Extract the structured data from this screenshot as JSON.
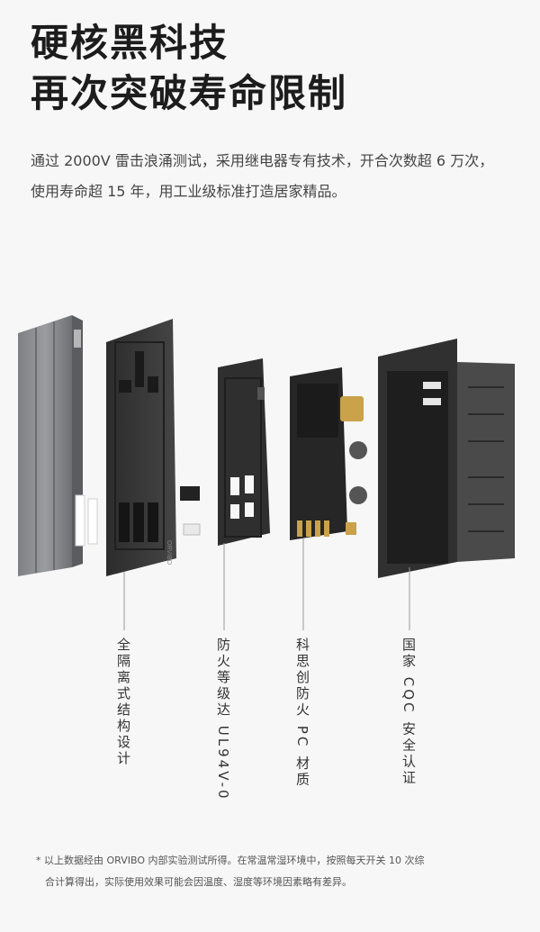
{
  "title": {
    "line1": "硬核黑科技",
    "line2": "再次突破寿命限制"
  },
  "description": "通过 2000V 雷击浪涌测试，采用继电器专有技术，开合次数超 6 万次，使用寿命超 15 年，用工业级标准打造居家精品。",
  "components": [
    {
      "label": "全隔离式结构设计"
    },
    {
      "label": "防火等级达 UL94V-0"
    },
    {
      "label": "科思创防火 PC 材质"
    },
    {
      "label": "国家 CQC 安全认证"
    }
  ],
  "brand_mark": "ORVIBO",
  "footnote": {
    "line1": "* 以上数据经由 ORVIBO 内部实验测试所得。在常温常湿环境中，按照每天开关 10 次综",
    "line2": "合计算得出，实际使用效果可能会因温度、湿度等环境因素略有差异。"
  },
  "colors": {
    "background": "#f7f7f7",
    "title": "#1c1c1c",
    "panel_dark": "#3a3a3a",
    "panel_light": "#8a8c8f",
    "accent_gold": "#c9a24a"
  }
}
